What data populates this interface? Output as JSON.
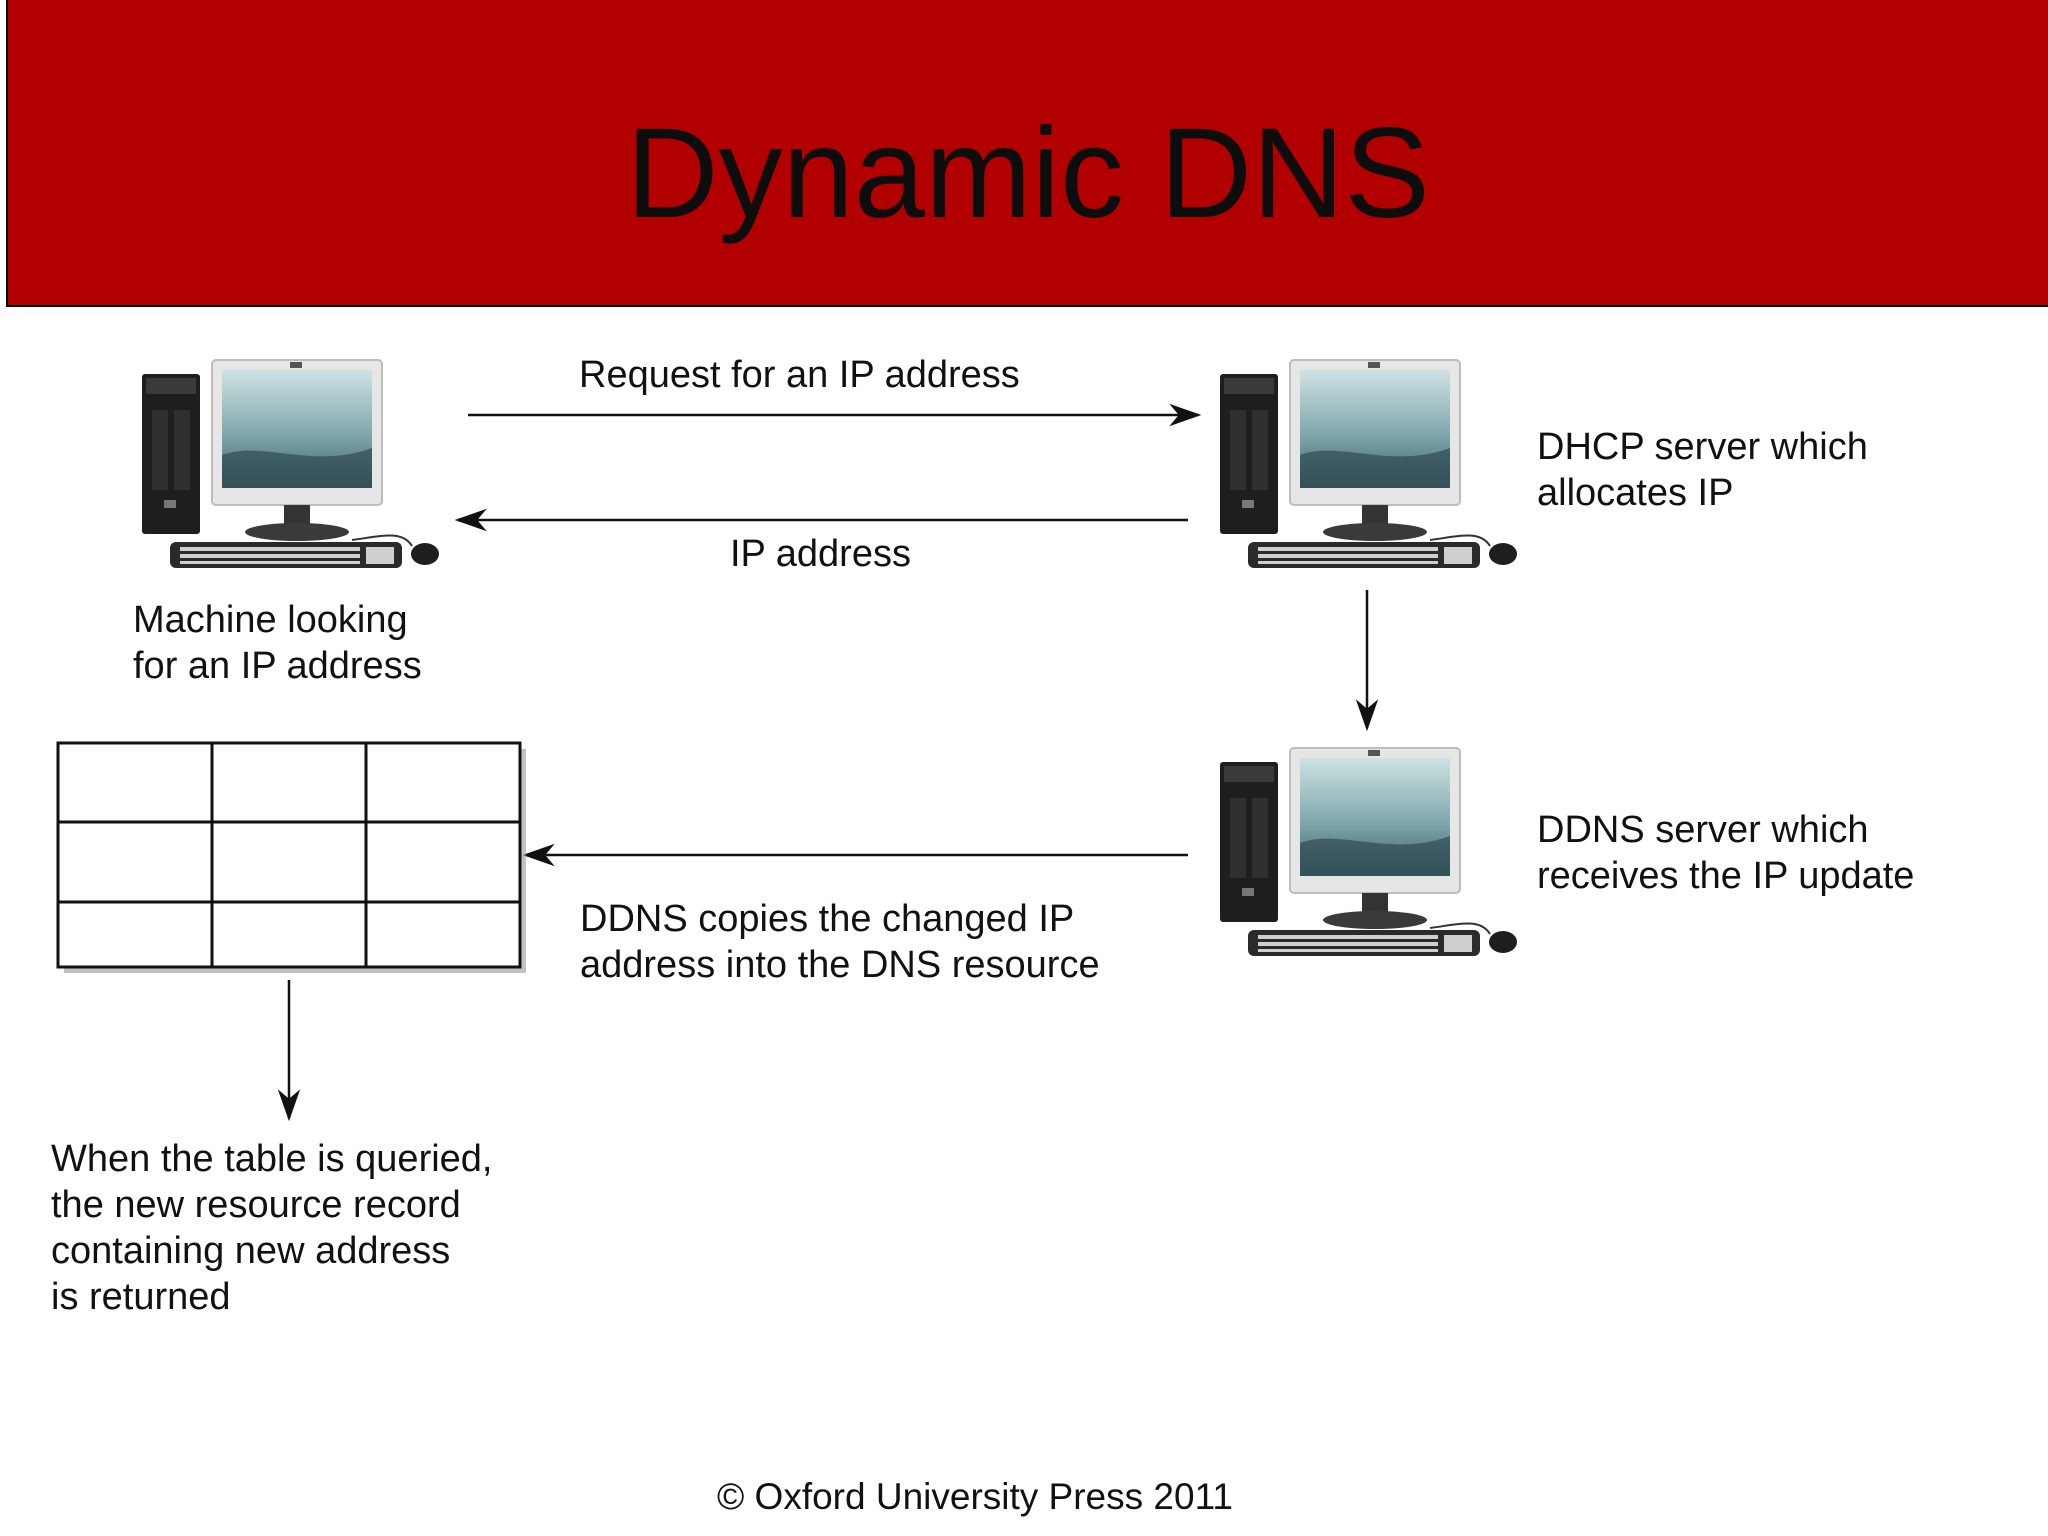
{
  "slide": {
    "title": "Dynamic DNS",
    "footer": "© Oxford University Press 2011"
  },
  "labels": {
    "request": "Request for an IP address",
    "ip_address": "IP address",
    "client_line1": "Machine looking",
    "client_line2": "for an IP address",
    "dhcp_line1": "DHCP server which",
    "dhcp_line2": "allocates IP",
    "ddns_line1": "DDNS server which",
    "ddns_line2": "receives the IP update",
    "copy_line1": "DDNS copies the changed IP",
    "copy_line2": "address into the DNS resource",
    "query_line1": "When the table is queried,",
    "query_line2": "the new resource record",
    "query_line3": "containing new address",
    "query_line4": "is returned"
  },
  "colors": {
    "title_bar": "#b20000",
    "screen": "#8fb8bc",
    "tower": "#1e1e1e"
  },
  "icons": [
    "desktop-computer-icon",
    "dns-table-icon"
  ]
}
